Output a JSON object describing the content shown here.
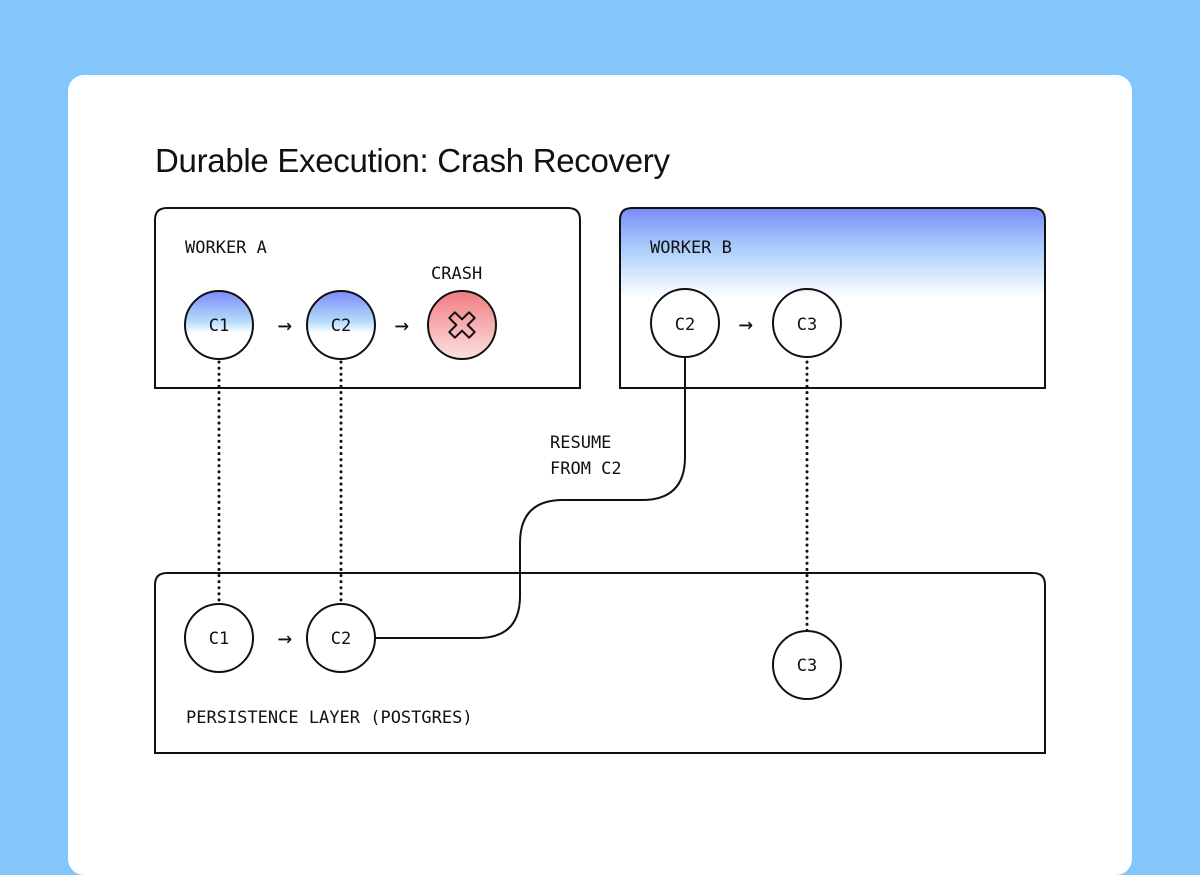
{
  "title": "Durable Execution: Crash Recovery",
  "worker_a": {
    "label": "WORKER A",
    "crash_label": "CRASH",
    "nodes": [
      "C1",
      "C2"
    ]
  },
  "worker_b": {
    "label": "WORKER B",
    "nodes": [
      "C2",
      "C3"
    ]
  },
  "persistence": {
    "label": "PERSISTENCE LAYER (POSTGRES)",
    "nodes": [
      "C1",
      "C2",
      "C3"
    ]
  },
  "resume": {
    "line1": "RESUME",
    "line2": "FROM C2"
  },
  "arrow": "→",
  "colors": {
    "background": "#82c6fc",
    "card": "#ffffff",
    "stroke": "#111111",
    "blue_gradient_top": "#7b8bf9",
    "blue_gradient_mid": "#9ed2fb",
    "crash_top": "#f07c80",
    "crash_bottom": "#fde1e2"
  }
}
